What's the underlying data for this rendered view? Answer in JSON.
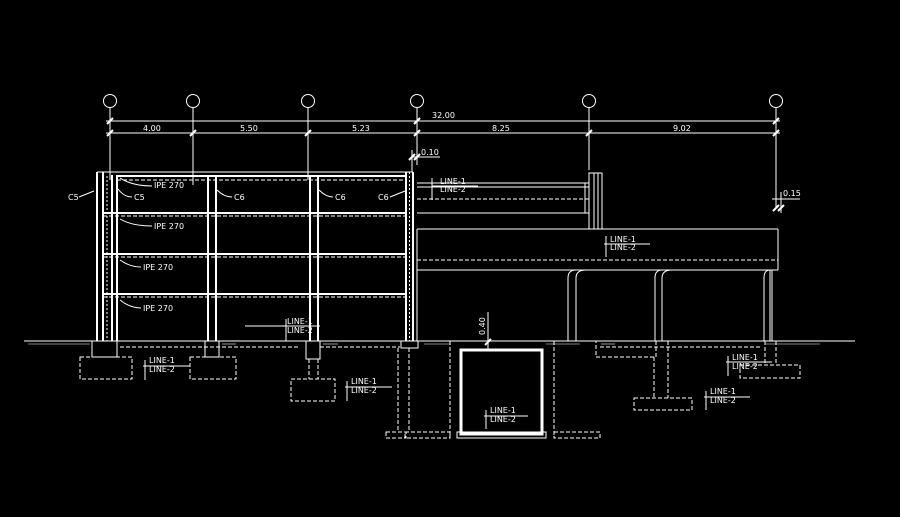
{
  "labels": {
    "overall": "32.00",
    "bays": [
      "4.00",
      "5.50",
      "5.23",
      "8.25",
      "9.02"
    ],
    "dim_010": "0.10",
    "dim_015": "0.15",
    "dim_040": "0.40",
    "c5": "C5",
    "c6": "C6",
    "ipe": "IPE 270",
    "line1": "LINE-1",
    "line2": "LINE-2"
  },
  "colors": {
    "background": "#000000",
    "lines": "#ffffff"
  }
}
